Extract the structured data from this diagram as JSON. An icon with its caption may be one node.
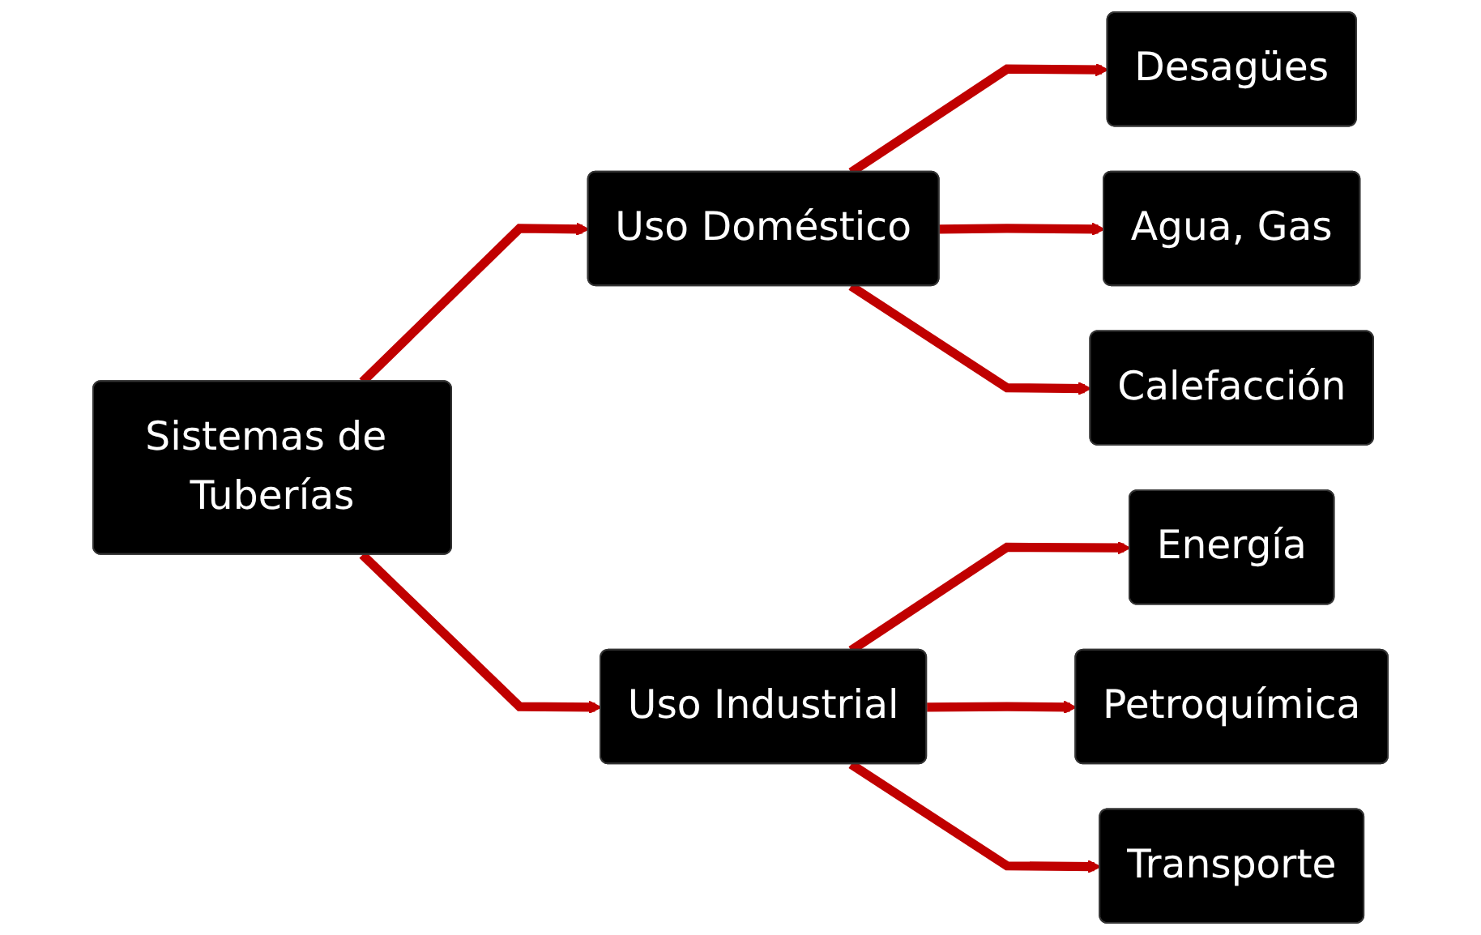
{
  "diagram": {
    "nodes": [
      {
        "text": [
          "Sistemas de Tuberías"
        ]
      },
      {
        "text": [
          "Uso Doméstico"
        ]
      },
      {
        "text": [
          "Desagües"
        ]
      },
      {
        "text": [
          "Agua, Gas"
        ]
      },
      {
        "text": [
          "Calefacción"
        ]
      },
      {
        "text": [
          "Uso Industrial"
        ]
      },
      {
        "text": [
          "Energía"
        ]
      },
      {
        "text": [
          "Petroquímica"
        ]
      },
      {
        "text": [
          "Transporte"
        ]
      }
    ],
    "edges": [
      {
        "from": 0,
        "to": 1,
        "arrow": "to"
      },
      {
        "from": 0,
        "to": 5,
        "arrow": "to"
      },
      {
        "from": 1,
        "to": 2,
        "arrow": "to"
      },
      {
        "from": 1,
        "to": 3,
        "arrow": "to"
      },
      {
        "from": 1,
        "to": 4,
        "arrow": "to"
      },
      {
        "from": 5,
        "to": 6,
        "arrow": "to"
      },
      {
        "from": 5,
        "to": 7,
        "arrow": "to"
      },
      {
        "from": 5,
        "to": 8,
        "arrow": "to"
      }
    ]
  }
}
